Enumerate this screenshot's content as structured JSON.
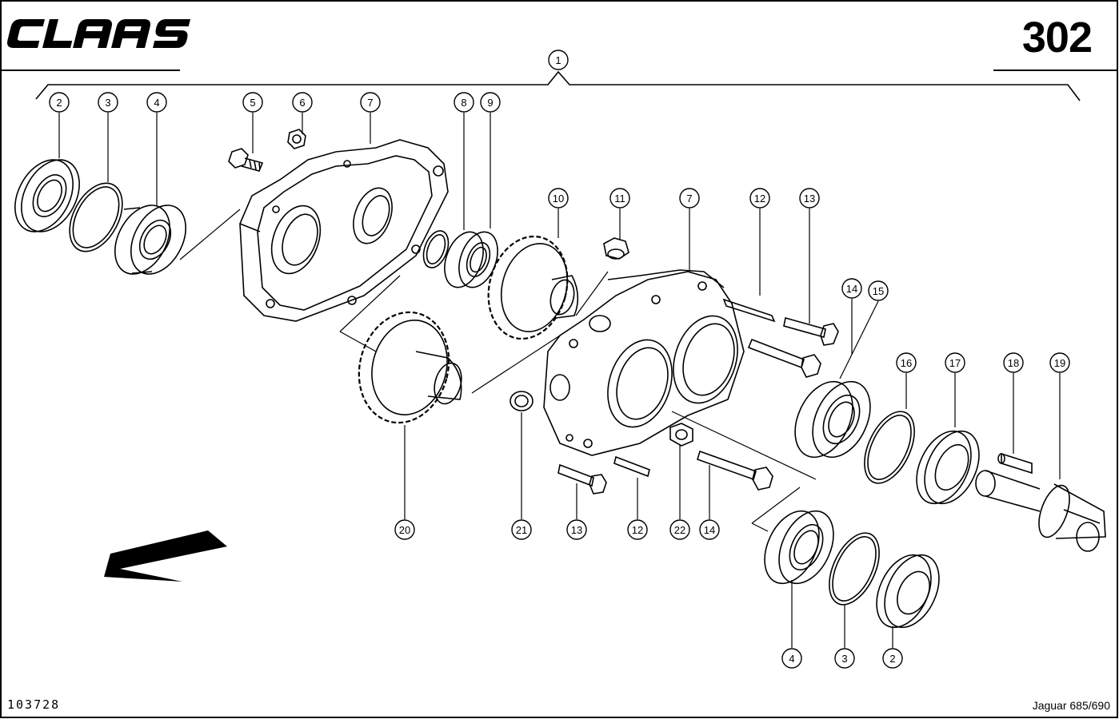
{
  "brand": "CLAAS",
  "page_number": "302",
  "drawing_number": "103728",
  "model": "Jaguar 685/690",
  "callouts": [
    {
      "id": "c1",
      "label": "1"
    },
    {
      "id": "c2a",
      "label": "2"
    },
    {
      "id": "c3a",
      "label": "3"
    },
    {
      "id": "c4a",
      "label": "4"
    },
    {
      "id": "c5",
      "label": "5"
    },
    {
      "id": "c6",
      "label": "6"
    },
    {
      "id": "c7a",
      "label": "7"
    },
    {
      "id": "c8",
      "label": "8"
    },
    {
      "id": "c9",
      "label": "9"
    },
    {
      "id": "c10",
      "label": "10"
    },
    {
      "id": "c11",
      "label": "11"
    },
    {
      "id": "c7b",
      "label": "7"
    },
    {
      "id": "c12a",
      "label": "12"
    },
    {
      "id": "c13a",
      "label": "13"
    },
    {
      "id": "c14a",
      "label": "14"
    },
    {
      "id": "c15",
      "label": "15"
    },
    {
      "id": "c16",
      "label": "16"
    },
    {
      "id": "c17",
      "label": "17"
    },
    {
      "id": "c18",
      "label": "18"
    },
    {
      "id": "c19",
      "label": "19"
    },
    {
      "id": "c20",
      "label": "20"
    },
    {
      "id": "c21",
      "label": "21"
    },
    {
      "id": "c13b",
      "label": "13"
    },
    {
      "id": "c12b",
      "label": "12"
    },
    {
      "id": "c22",
      "label": "22"
    },
    {
      "id": "c14b",
      "label": "14"
    },
    {
      "id": "c4b",
      "label": "4"
    },
    {
      "id": "c3b",
      "label": "3"
    },
    {
      "id": "c2b",
      "label": "2"
    }
  ]
}
